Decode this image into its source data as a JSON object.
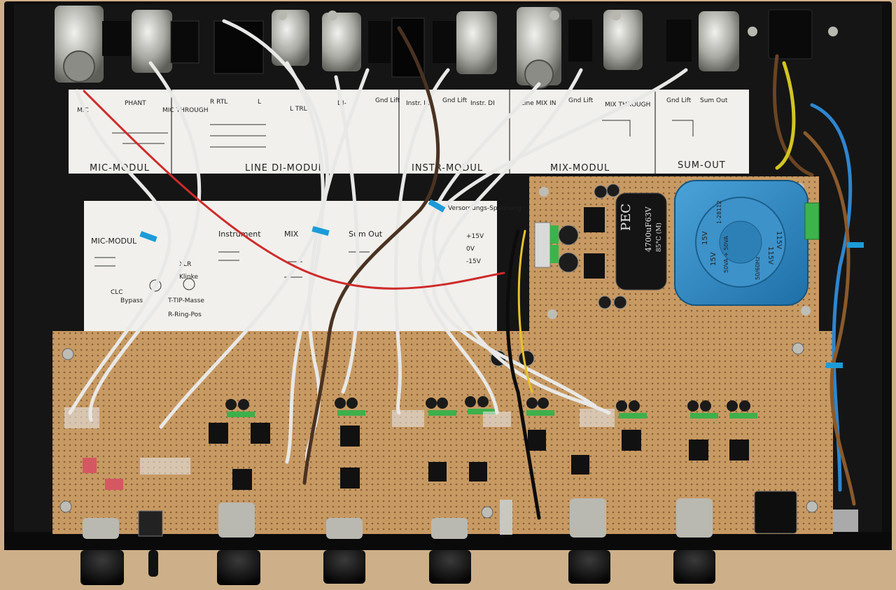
{
  "upper_paper": {
    "section_labels": [
      "MIC-MODUL",
      "LINE DI-MODUL",
      "INSTR-MODUL",
      "MIX-MODUL",
      "SUM-OUT"
    ],
    "column_labels": [
      "MIC",
      "PHANT",
      "MIC THROUGH",
      "R RTL",
      "L",
      "L TRL",
      "DI-",
      "Gnd Lift",
      "Instr. In",
      "Gnd Lift",
      "Instr. DI",
      "Line MIX IN",
      "Gnd Lift",
      "MIX THROUGH",
      "Gnd Lift",
      "Sum Out"
    ]
  },
  "lower_paper": {
    "headings": [
      "MIC-MODUL",
      "Instrument",
      "MIX",
      "Sum Out",
      "Versorgungs-Spannung"
    ],
    "rows": [
      "XLR",
      "Klinke",
      "T-TIP-Masse",
      "R-Ring-Pos",
      "CLC",
      "Bypass"
    ],
    "rails": [
      "+15V",
      "0V",
      "-15V"
    ]
  },
  "big_capacitor": {
    "brand": "PEC",
    "rating": "4700uF63V",
    "temp": "85°C (M)"
  },
  "transformer": {
    "voltages": [
      "15V",
      "15V",
      "115V",
      "115V"
    ],
    "power": "50VA + 50VA",
    "frequency": "50/60Hz",
    "part": "1-28112"
  }
}
